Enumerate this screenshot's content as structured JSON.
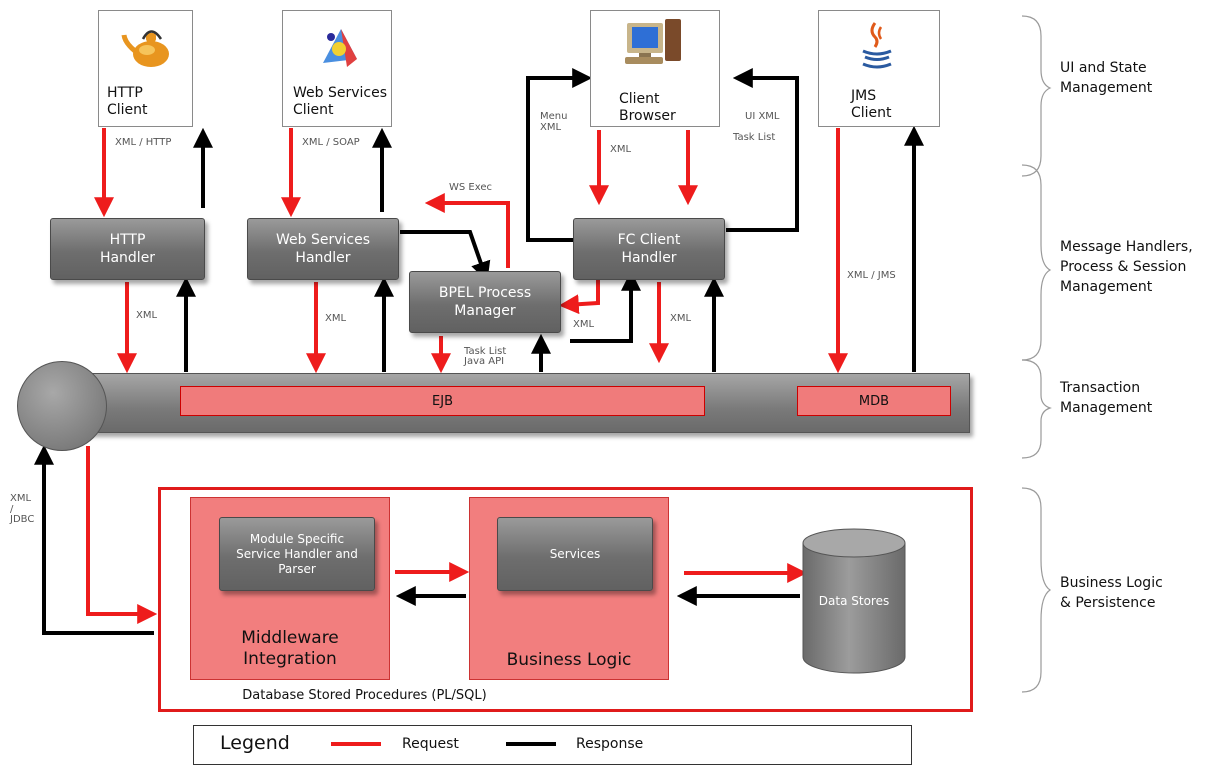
{
  "clients": {
    "http": {
      "line1": "HTTP",
      "line2": "Client"
    },
    "ws": {
      "line1": "Web Services",
      "line2": "Client"
    },
    "browser": {
      "line1": "Client",
      "line2": "Browser"
    },
    "jms": {
      "line1": "JMS",
      "line2": "Client"
    }
  },
  "handlers": {
    "http": {
      "line1": "HTTP",
      "line2": "Handler"
    },
    "ws": {
      "line1": "Web Services",
      "line2": "Handler"
    },
    "bpel": {
      "line1": "BPEL Process",
      "line2": "Manager"
    },
    "fc": {
      "line1": "FC Client",
      "line2": "Handler"
    }
  },
  "labels": {
    "xml_http": "XML  /  HTTP",
    "xml_soap": "XML  /  SOAP",
    "menu_xml_1": "Menu",
    "menu_xml_2": "XML",
    "ui_xml": "UI XML",
    "task_list": "Task List",
    "xml_browser": "XML",
    "ws_exec": "WS Exec",
    "xml_jms": "XML  /  JMS",
    "xml_1": "XML",
    "xml_2": "XML",
    "xml_3": "XML",
    "xml_4": "XML",
    "task_list_api_1": "Task List",
    "task_list_api_2": "Java API",
    "xml_jdbc_1": "XML",
    "xml_jdbc_2": "/",
    "xml_jdbc_3": "JDBC"
  },
  "bus": {
    "ejb": "EJB",
    "mdb": "MDB"
  },
  "db": {
    "module_1": "Module Specific",
    "module_2": "Service Handler and",
    "module_3": "Parser",
    "services": "Services",
    "middleware_1": "Middleware",
    "middleware_2": "Integration",
    "business_logic": "Business Logic",
    "data_stores": "Data Stores",
    "caption": "Database Stored Procedures (PL/SQL)"
  },
  "tiers": {
    "ui_1": "UI and State",
    "ui_2": "Management",
    "mh_1": "Message Handlers,",
    "mh_2": "Process & Session",
    "mh_3": "Management",
    "tx_1": "Transaction",
    "tx_2": "Management",
    "bl_1": "Business Logic",
    "bl_2": "& Persistence"
  },
  "legend": {
    "title": "Legend",
    "request": "Request",
    "response": "Response"
  },
  "colors": {
    "request": "#ee1c1c",
    "response": "#000000"
  }
}
